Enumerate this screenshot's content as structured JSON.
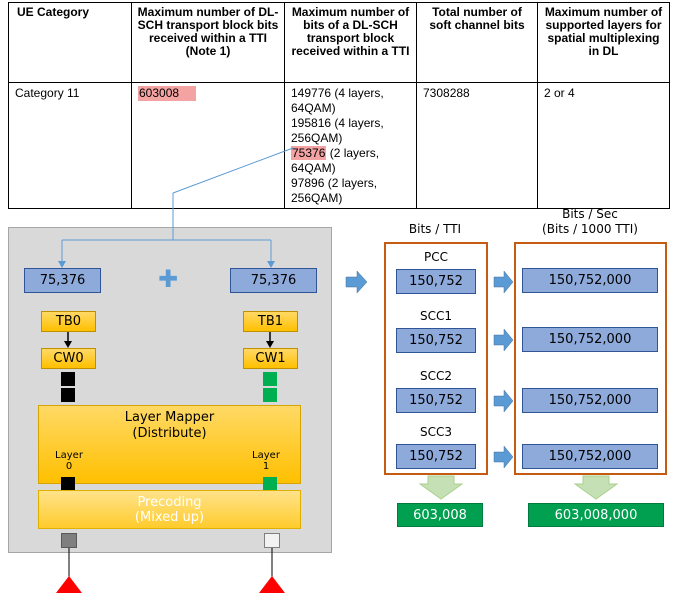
{
  "table": {
    "headers": [
      "UE Category",
      "Maximum number of DL-SCH transport block bits received within a TTI (Note 1)",
      "Maximum number of bits of a DL-SCH transport block received within a TTI",
      "Total number of soft channel bits",
      "Maximum number of supported layers for spatial multiplexing in DL"
    ],
    "row": {
      "category": "Category 11",
      "max_tb_bits": "603008",
      "max_bits_per_tb": [
        {
          "value": "149776",
          "note": " (4 layers, 64QAM)"
        },
        {
          "value": "195816",
          "note": " (4 layers, 256QAM)"
        },
        {
          "value": "75376",
          "note": " (2 layers, 64QAM)"
        },
        {
          "value": "97896",
          "note": " (2 layers, 256QAM)"
        }
      ],
      "soft_channel_bits": "7308288",
      "layers": "2 or 4"
    },
    "highlight_color": "#f4a3a3"
  },
  "diagram": {
    "tb_size_left": "75,376",
    "tb_size_right": "75,376",
    "plus_symbol": "✚",
    "tb0": "TB0",
    "tb1": "TB1",
    "cw0": "CW0",
    "cw1": "CW1",
    "layer_mapper_title": "Layer Mapper",
    "layer_mapper_subtitle": "(Distribute)",
    "layer0_label": "Layer",
    "layer0_num": "0",
    "layer1_label": "Layer",
    "layer1_num": "1",
    "precoding_title": "Precoding",
    "precoding_subtitle": "(Mixed up)",
    "bits_tti_header": "Bits / TTI",
    "bits_sec_header": "Bits / Sec",
    "bits_sec_subheader": "(Bits / 1000 TTI)",
    "carriers": [
      {
        "label": "PCC",
        "bits_tti": "150,752",
        "bits_sec": "150,752,000"
      },
      {
        "label": "SCC1",
        "bits_tti": "150,752",
        "bits_sec": "150,752,000"
      },
      {
        "label": "SCC2",
        "bits_tti": "150,752",
        "bits_sec": "150,752,000"
      },
      {
        "label": "SCC3",
        "bits_tti": "150,752",
        "bits_sec": "150,752,000"
      }
    ],
    "total_tti": "603,008",
    "total_sec": "603,008,000",
    "colors": {
      "box_blue": "#8eaadb",
      "arrow_blue": "#5b9bd5",
      "gold": "#ffc000",
      "frame_orange": "#c55a11",
      "total_green": "#00a050",
      "down_arrow_green": "#c5e0b4",
      "antenna_red": "#ff0000"
    }
  }
}
